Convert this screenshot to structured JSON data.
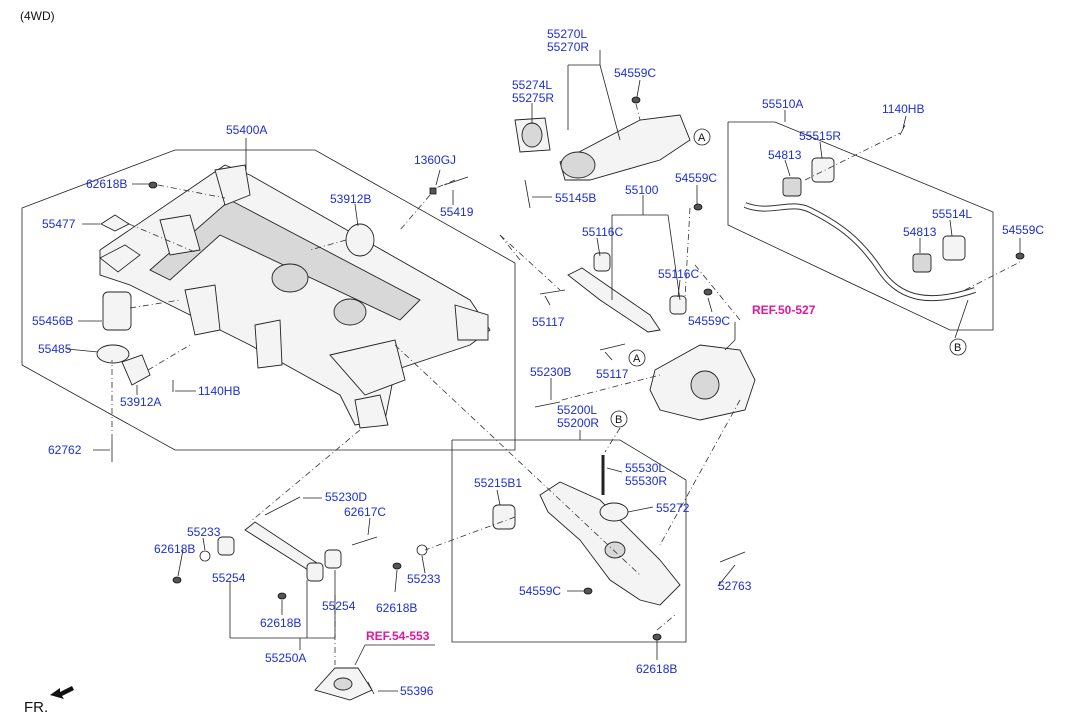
{
  "variant": "(4WD)",
  "direction": "FR.",
  "refs": {
    "r50": "REF.50-527",
    "r54": "REF.54-553"
  },
  "callouts": {
    "a": "A",
    "b": "B"
  },
  "labels": {
    "l55400A": "55400A",
    "l62618B_a": "62618B",
    "l55477": "55477",
    "l55456B": "55456B",
    "l55485": "55485",
    "l53912A": "53912A",
    "l1140HB_a": "1140HB",
    "l62762": "62762",
    "l53912B": "53912B",
    "l1360GJ": "1360GJ",
    "l55419": "55419",
    "l55270": "55270L\n55270R",
    "l55274": "55274L\n55275R",
    "l54559C_a": "54559C",
    "l55145B": "55145B",
    "l55100": "55100",
    "l54559C_b": "54559C",
    "l55116C_a": "55116C",
    "l55116C_b": "55116C",
    "l55117_a": "55117",
    "l54559C_c": "54559C",
    "l55117_b": "55117",
    "l55510A": "55510A",
    "l1140HB_b": "1140HB",
    "l55515R": "55515R",
    "l54813_a": "54813",
    "l55514L": "55514L",
    "l54813_b": "54813",
    "l54559C_d": "54559C",
    "l55230B": "55230B",
    "l55200": "55200L\n55200R",
    "l55215B1": "55215B1",
    "l55530": "55530L\n55530R",
    "l55272": "55272",
    "l54559C_e": "54559C",
    "l52763": "52763",
    "l62618B_b": "62618B",
    "l55230D": "55230D",
    "l62617C": "62617C",
    "l55233_a": "55233",
    "l62618B_c": "62618B",
    "l55254_a": "55254",
    "l55233_b": "55233",
    "l62618B_d": "62618B",
    "l55254_b": "55254",
    "l62618B_e": "62618B",
    "l55250A": "55250A",
    "l55396": "55396"
  },
  "colors": {
    "label": "#1c2fd6",
    "ref": "#e0189c",
    "line": "#222222"
  },
  "icons": {
    "direction_arrow": "arrow-down-left-icon"
  }
}
